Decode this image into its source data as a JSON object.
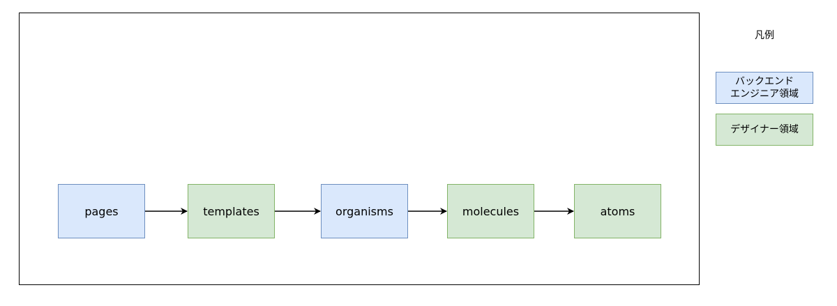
{
  "diagram": {
    "nodes": [
      {
        "id": "pages",
        "label": "pages",
        "category": "backend"
      },
      {
        "id": "templates",
        "label": "templates",
        "category": "designer"
      },
      {
        "id": "organisms",
        "label": "organisms",
        "category": "backend"
      },
      {
        "id": "molecules",
        "label": "molecules",
        "category": "designer"
      },
      {
        "id": "atoms",
        "label": "atoms",
        "category": "designer"
      }
    ],
    "edges": [
      {
        "from": "pages",
        "to": "templates"
      },
      {
        "from": "templates",
        "to": "organisms"
      },
      {
        "from": "organisms",
        "to": "molecules"
      },
      {
        "from": "molecules",
        "to": "atoms"
      }
    ]
  },
  "legend": {
    "title": "凡例",
    "items": [
      {
        "label": "バックエンド\nエンジニア領域",
        "category": "backend"
      },
      {
        "label": "デザイナー領域",
        "category": "designer"
      }
    ]
  },
  "colors": {
    "backend_fill": "#dae8fc",
    "backend_stroke": "#6c8ebf",
    "designer_fill": "#d5e8d4",
    "designer_stroke": "#82b366"
  }
}
